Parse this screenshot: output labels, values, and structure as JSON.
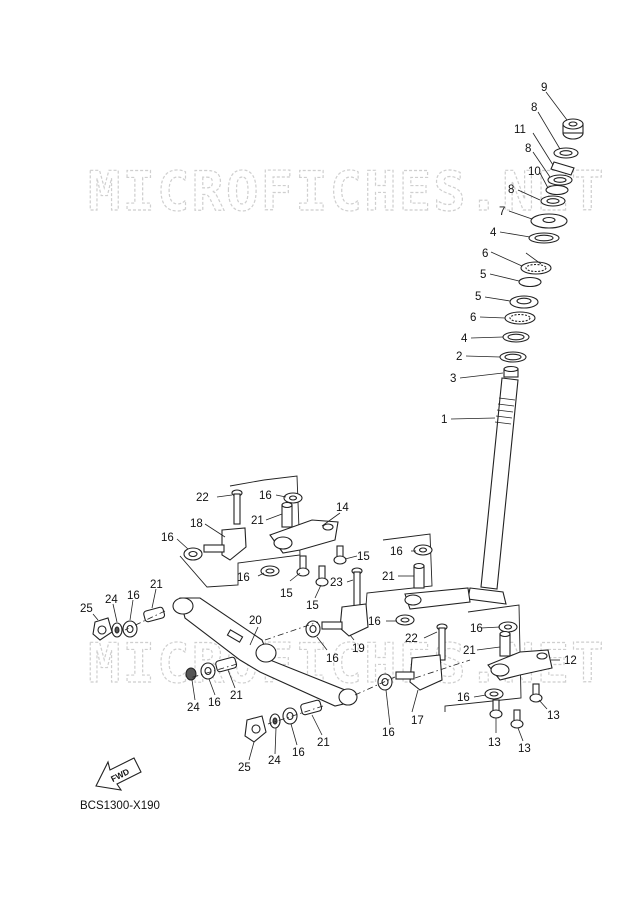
{
  "watermark": "MICROFICHES.NET",
  "diagram_code": "BCS1300-X190",
  "fwd_label": "FWD",
  "callouts": {
    "c9": "9",
    "c8a": "8",
    "c11": "11",
    "c8b": "8",
    "c10": "10",
    "c8c": "8",
    "c7": "7",
    "c4a": "4",
    "c6a": "6",
    "c5a": "5",
    "c5b": "5",
    "c6b": "6",
    "c4b": "4",
    "c2": "2",
    "c3": "3",
    "c1": "1",
    "c22a": "22",
    "c16a": "16",
    "c21a": "21",
    "c18": "18",
    "c16b": "16",
    "c14": "14",
    "c15a": "15",
    "c16c": "16",
    "c15b": "15",
    "c15c": "15",
    "c21b": "21",
    "c16d": "16",
    "c23": "23",
    "c25a": "25",
    "c24a": "24",
    "c16e": "16",
    "c21c": "21",
    "c20": "20",
    "c16f": "16",
    "c19": "19",
    "c16g": "16",
    "c22b": "22",
    "c16h": "16",
    "c21d": "21",
    "c12": "12",
    "c24b": "24",
    "c16i": "16",
    "c21e": "21",
    "c16j": "16",
    "c17": "17",
    "c16k": "16",
    "c13a": "13",
    "c13b": "13",
    "c13c": "13",
    "c25b": "25",
    "c24c": "24",
    "c16l": "16",
    "c21f": "21"
  }
}
